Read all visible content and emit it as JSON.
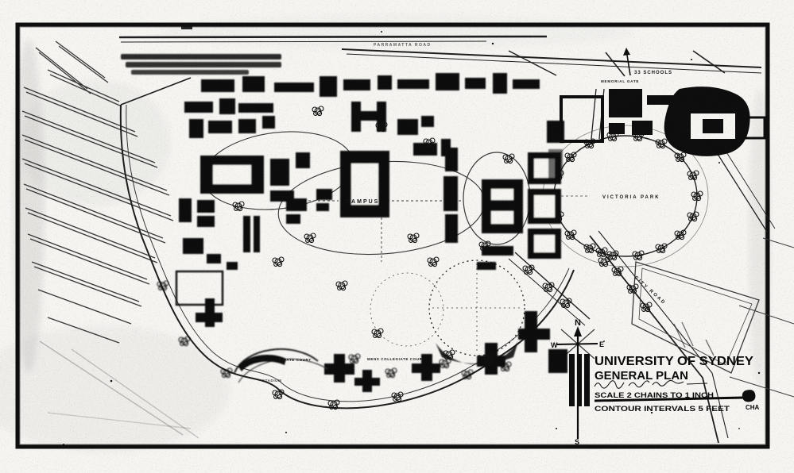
{
  "map": {
    "labels": {
      "campus": "CAMPUS",
      "victoria_park": "VICTORIA PARK",
      "city_road": "CITY ROAD",
      "parramatta_road": "PARRAMATTA ROAD",
      "schools": "33 SCHOOLS",
      "memorial_gate": "MEMORIAL GATE",
      "womens_court": "WOMENS COLLEGIATE COURT",
      "mens_court": "MENS COLLEGIATE COURT",
      "stadium": "STADIUM"
    }
  },
  "title_block": {
    "title_line1": "UNIVERSITY OF SYDNEY",
    "title_line2": "GENERAL PLAN",
    "signature": "Walter Burley Griffin, Landscape Architect",
    "scale_note": "SCALE 2 CHAINS TO 1 INCH",
    "contour_note": "CONTOUR INTERVALS 5 FEET",
    "scale_bar_end": "CHA"
  },
  "compass": {
    "north": "N",
    "south": "S",
    "east": "E",
    "west": "W"
  },
  "colors": {
    "ink": "#0e0e0e",
    "paper": "#f6f5f2"
  }
}
